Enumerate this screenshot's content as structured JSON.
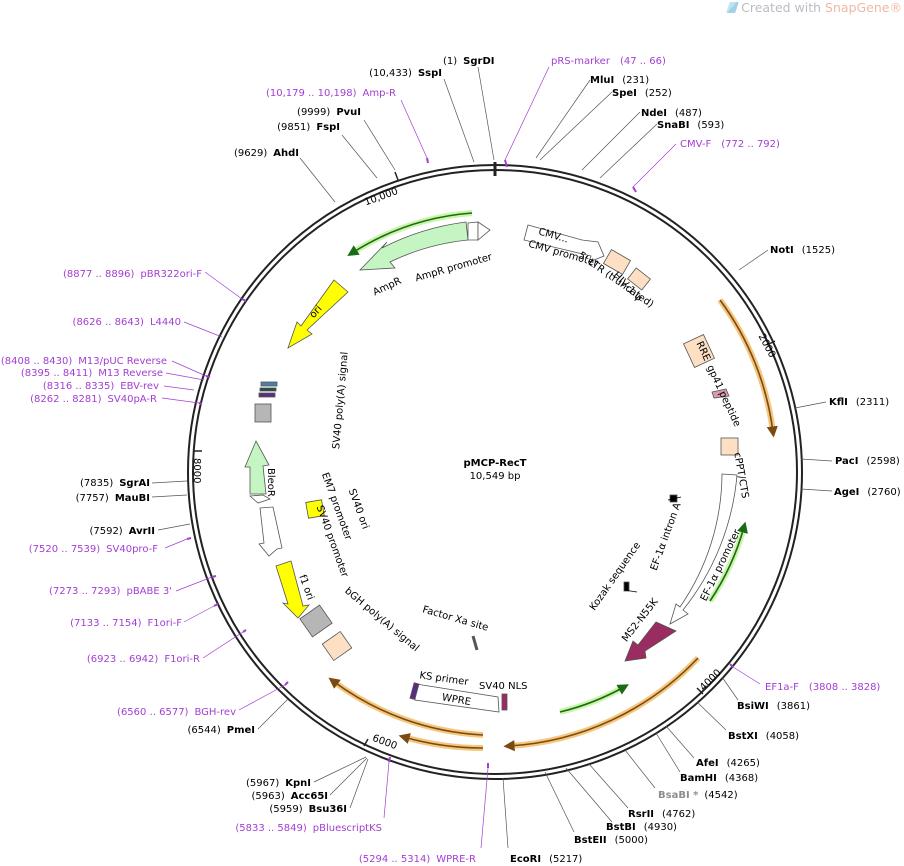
{
  "watermark": {
    "prefix": "Created with ",
    "brand": "SnapGene",
    "suffix": "®"
  },
  "plasmid": {
    "name": "pMCP-RecT",
    "size": "10,549 bp"
  },
  "ticks": [
    "2000",
    "4000",
    "6000",
    "8000",
    "10,000"
  ],
  "colors": {
    "backbone": "#222222",
    "primer": "#a23ed3",
    "gene_yellow": "#ffff00",
    "gene_green": "#c5f5c2",
    "orange_arc": "#f0a540",
    "green_arc": "#7ed321",
    "ms2": "#9b2c62",
    "feature_peach": "#fde0c4"
  },
  "left_sites": [
    {
      "pos": "(10,433)",
      "name": "SspI",
      "kind": "enzyme"
    },
    {
      "pos": "(10,179 .. 10,198)",
      "name": "Amp-R",
      "kind": "primer"
    },
    {
      "pos": "(9999)",
      "name": "PvuI",
      "kind": "enzyme"
    },
    {
      "pos": "(9851)",
      "name": "FspI",
      "kind": "enzyme"
    },
    {
      "pos": "(9629)",
      "name": "AhdI",
      "kind": "enzyme"
    },
    {
      "pos": "(8877 .. 8896)",
      "name": "pBR322ori-F",
      "kind": "primer"
    },
    {
      "pos": "(8626 .. 8643)",
      "name": "L4440",
      "kind": "primer"
    },
    {
      "pos": "(8408 .. 8430)",
      "name": "M13/pUC Reverse",
      "kind": "primer"
    },
    {
      "pos": "(8395 .. 8411)",
      "name": "M13 Reverse",
      "kind": "primer"
    },
    {
      "pos": "(8316 .. 8335)",
      "name": "EBV-rev",
      "kind": "primer"
    },
    {
      "pos": "(8262 .. 8281)",
      "name": "SV40pA-R",
      "kind": "primer"
    },
    {
      "pos": "(7835)",
      "name": "SgrAI",
      "kind": "enzyme"
    },
    {
      "pos": "(7757)",
      "name": "MauBI",
      "kind": "enzyme"
    },
    {
      "pos": "(7592)",
      "name": "AvrII",
      "kind": "enzyme"
    },
    {
      "pos": "(7520 .. 7539)",
      "name": "SV40pro-F",
      "kind": "primer"
    },
    {
      "pos": "(7273 .. 7293)",
      "name": "pBABE 3'",
      "kind": "primer"
    },
    {
      "pos": "(7133 .. 7154)",
      "name": "F1ori-F",
      "kind": "primer"
    },
    {
      "pos": "(6923 .. 6942)",
      "name": "F1ori-R",
      "kind": "primer"
    },
    {
      "pos": "(6560 .. 6577)",
      "name": "BGH-rev",
      "kind": "primer"
    },
    {
      "pos": "(6544)",
      "name": "PmeI",
      "kind": "enzyme"
    },
    {
      "pos": "(5967)",
      "name": "KpnI",
      "kind": "enzyme"
    },
    {
      "pos": "(5963)",
      "name": "Acc65I",
      "kind": "enzyme"
    },
    {
      "pos": "(5959)",
      "name": "Bsu36I",
      "kind": "enzyme"
    },
    {
      "pos": "(5833 .. 5849)",
      "name": "pBluescriptKS",
      "kind": "primer"
    },
    {
      "pos": "(5294 .. 5314)",
      "name": "WPRE-R",
      "kind": "primer"
    }
  ],
  "right_sites": [
    {
      "pos": "(1)",
      "name": "SgrDI",
      "kind": "enzyme"
    },
    {
      "pos": "(47 .. 66)",
      "name": "pRS-marker",
      "kind": "primer"
    },
    {
      "pos": "(231)",
      "name": "MluI",
      "kind": "enzyme"
    },
    {
      "pos": "(252)",
      "name": "SpeI",
      "kind": "enzyme"
    },
    {
      "pos": "(487)",
      "name": "NdeI",
      "kind": "enzyme"
    },
    {
      "pos": "(593)",
      "name": "SnaBI",
      "kind": "enzyme"
    },
    {
      "pos": "(772 .. 792)",
      "name": "CMV-F",
      "kind": "primer"
    },
    {
      "pos": "(1525)",
      "name": "NotI",
      "kind": "enzyme"
    },
    {
      "pos": "(2311)",
      "name": "KflI",
      "kind": "enzyme"
    },
    {
      "pos": "(2598)",
      "name": "PacI",
      "kind": "enzyme"
    },
    {
      "pos": "(2760)",
      "name": "AgeI",
      "kind": "enzyme"
    },
    {
      "pos": "(3808 .. 3828)",
      "name": "EF1a-F",
      "kind": "primer"
    },
    {
      "pos": "(3861)",
      "name": "BsiWI",
      "kind": "enzyme"
    },
    {
      "pos": "(4058)",
      "name": "BstXI",
      "kind": "enzyme"
    },
    {
      "pos": "(4265)",
      "name": "AfeI",
      "kind": "enzyme"
    },
    {
      "pos": "(4368)",
      "name": "BamHI",
      "kind": "enzyme"
    },
    {
      "pos": "(4542)",
      "name": "BsaBI *",
      "kind": "gray"
    },
    {
      "pos": "(4762)",
      "name": "RsrII",
      "kind": "enzyme"
    },
    {
      "pos": "(4930)",
      "name": "BstBI",
      "kind": "enzyme"
    },
    {
      "pos": "(5000)",
      "name": "BstEII",
      "kind": "enzyme"
    },
    {
      "pos": "(5217)",
      "name": "EcoRI",
      "kind": "enzyme"
    }
  ],
  "features": {
    "cmv_box": "CMV...",
    "cmv_promoter": "CMV promoter",
    "hiv_psi": "HIV-1 ψ",
    "ltr": "5' LTR (truncated)",
    "rre": "RRE",
    "gp41": "gp41 peptide",
    "cppt": "cPPT/CTS",
    "ef1a_intron": "EF-1α intron A",
    "ef1a_promoter": "EF-1α promoter",
    "kozak": "Kozak sequence",
    "ms2": "MS2-N55K",
    "factor_xa": "Factor Xa site",
    "ks_primer": "KS primer",
    "sv40_nls": "SV40 NLS",
    "wpre": "WPRE",
    "bgh": "bGH poly(A) signal",
    "f1ori": "f1 ori",
    "sv40_promoter": "SV40 promoter",
    "em7": "EM7 promoter",
    "bleor": "BleoR",
    "sv40_polya": "SV40 poly(A) signal",
    "sv40_ori": "SV40 ori",
    "ori": "ori",
    "ampr": "AmpR",
    "ampr_promoter": "AmpR promoter"
  }
}
